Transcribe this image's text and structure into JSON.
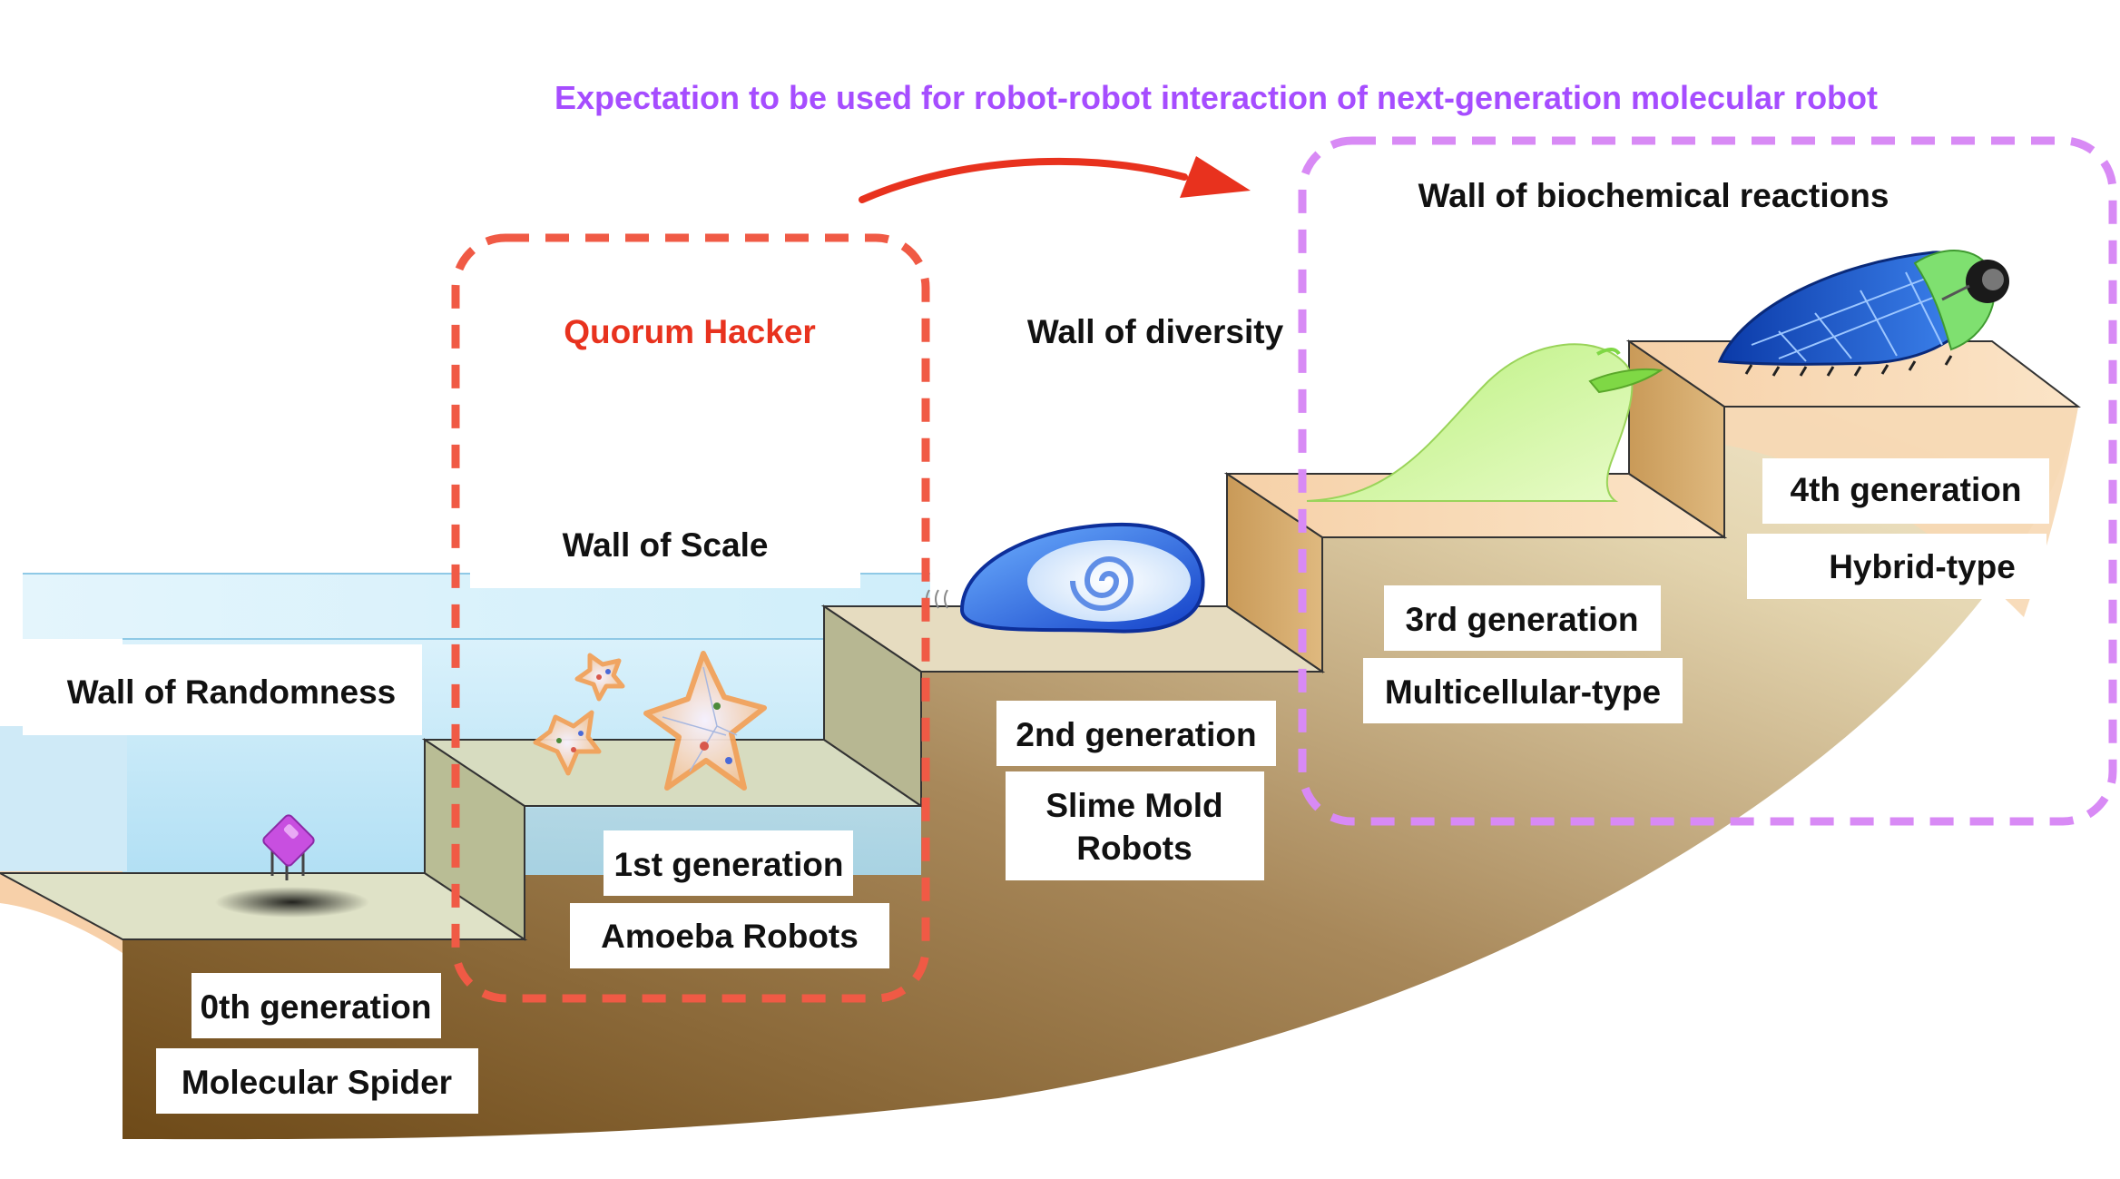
{
  "headline": "Expectation to be used for robot-robot interaction of next-generation molecular robot",
  "walls": {
    "randomness": "Wall of Randomness",
    "scale": "Wall of Scale",
    "diversity": "Wall of diversity",
    "biochemical": "Wall of biochemical reactions"
  },
  "highlight": "Quorum Hacker",
  "generations": [
    {
      "gen": "0th generation",
      "type": "Molecular Spider"
    },
    {
      "gen": "1st generation",
      "type": "Amoeba Robots"
    },
    {
      "gen": "2nd generation",
      "type_line1": "Slime Mold",
      "type_line2": "Robots"
    },
    {
      "gen": "3rd generation",
      "type": "Multicellular-type"
    },
    {
      "gen": "4th generation",
      "type": "Hybrid-type"
    }
  ],
  "colors": {
    "headline": "#a64dff",
    "quorum": "#e8321e",
    "red_dash": "#f05a45",
    "purple_dash": "#d88af5",
    "arrow": "#e8321e",
    "water": "#bfe6f7",
    "ground_dark": "#6b4a1c",
    "ground_light": "#e8d9b0"
  }
}
